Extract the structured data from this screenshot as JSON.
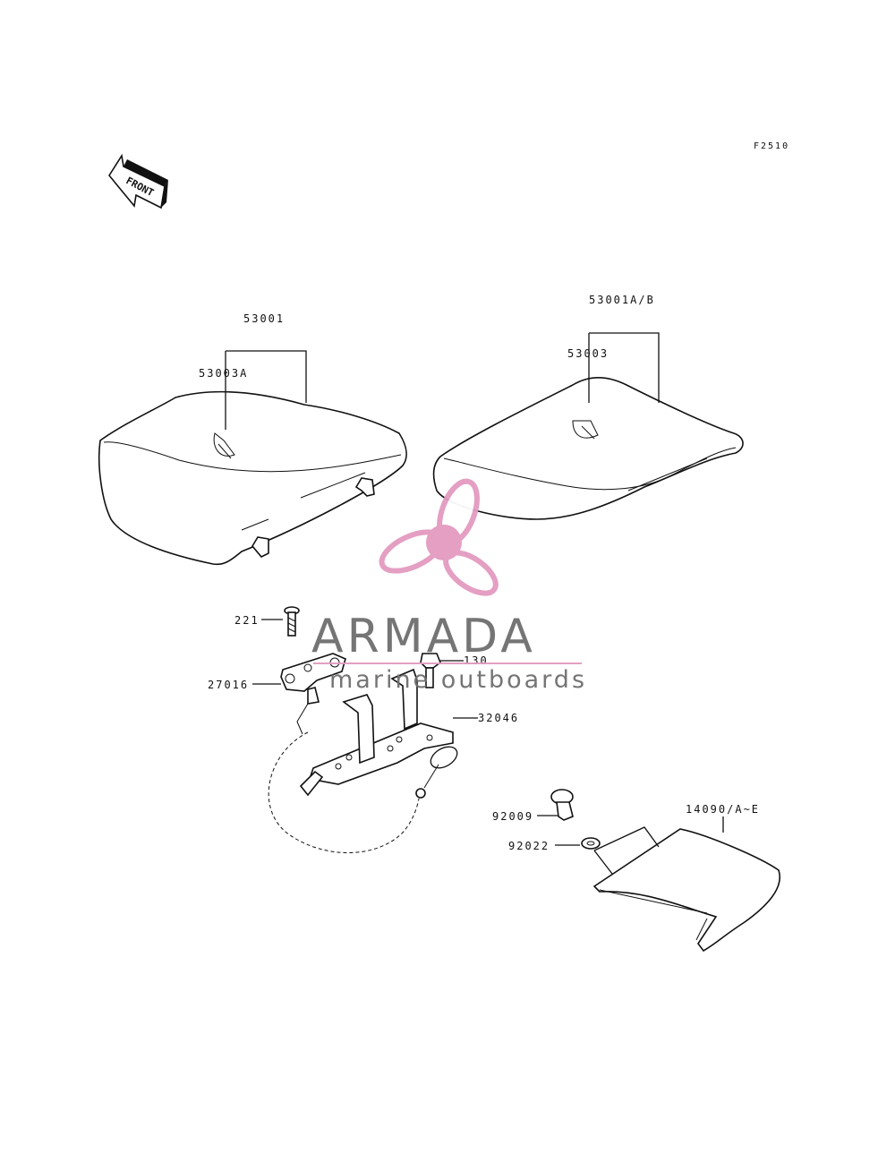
{
  "figure_code": "F2510",
  "front_arrow": {
    "label": "FRONT",
    "icon": "front-direction-arrow"
  },
  "watermark": {
    "brand": "ARMADA",
    "tagline": "marine outboards",
    "logo_color": "#e39ac0",
    "text_color": "#6e6e6e"
  },
  "labels": {
    "p53001": "53001",
    "p53003a": "53003A",
    "p53001ab": "53001A/B",
    "p53003": "53003",
    "p221": "221",
    "p27016": "27016",
    "p130": "130",
    "p32046": "32046",
    "p92009": "92009",
    "p92022": "92022",
    "p14090": "14090/A~E"
  }
}
